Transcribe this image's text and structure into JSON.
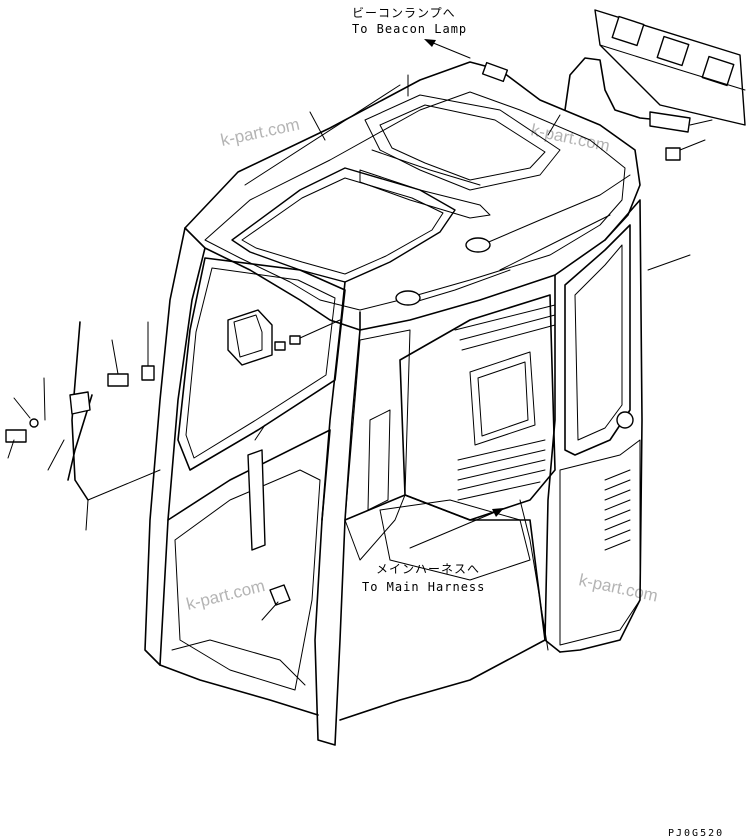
{
  "labels": {
    "beacon_jp": "ビーコンランプへ",
    "beacon_en": "To Beacon Lamp",
    "harness_jp": "メインハーネスへ",
    "harness_en": "To Main Harness"
  },
  "watermarks": [
    "k-part.com",
    "k-part.com",
    "k-part.com",
    "k-part.com"
  ],
  "drawing_code": "PJ0G520",
  "colors": {
    "line": "#000000",
    "background": "#ffffff",
    "watermark": "#b4b4b4"
  }
}
